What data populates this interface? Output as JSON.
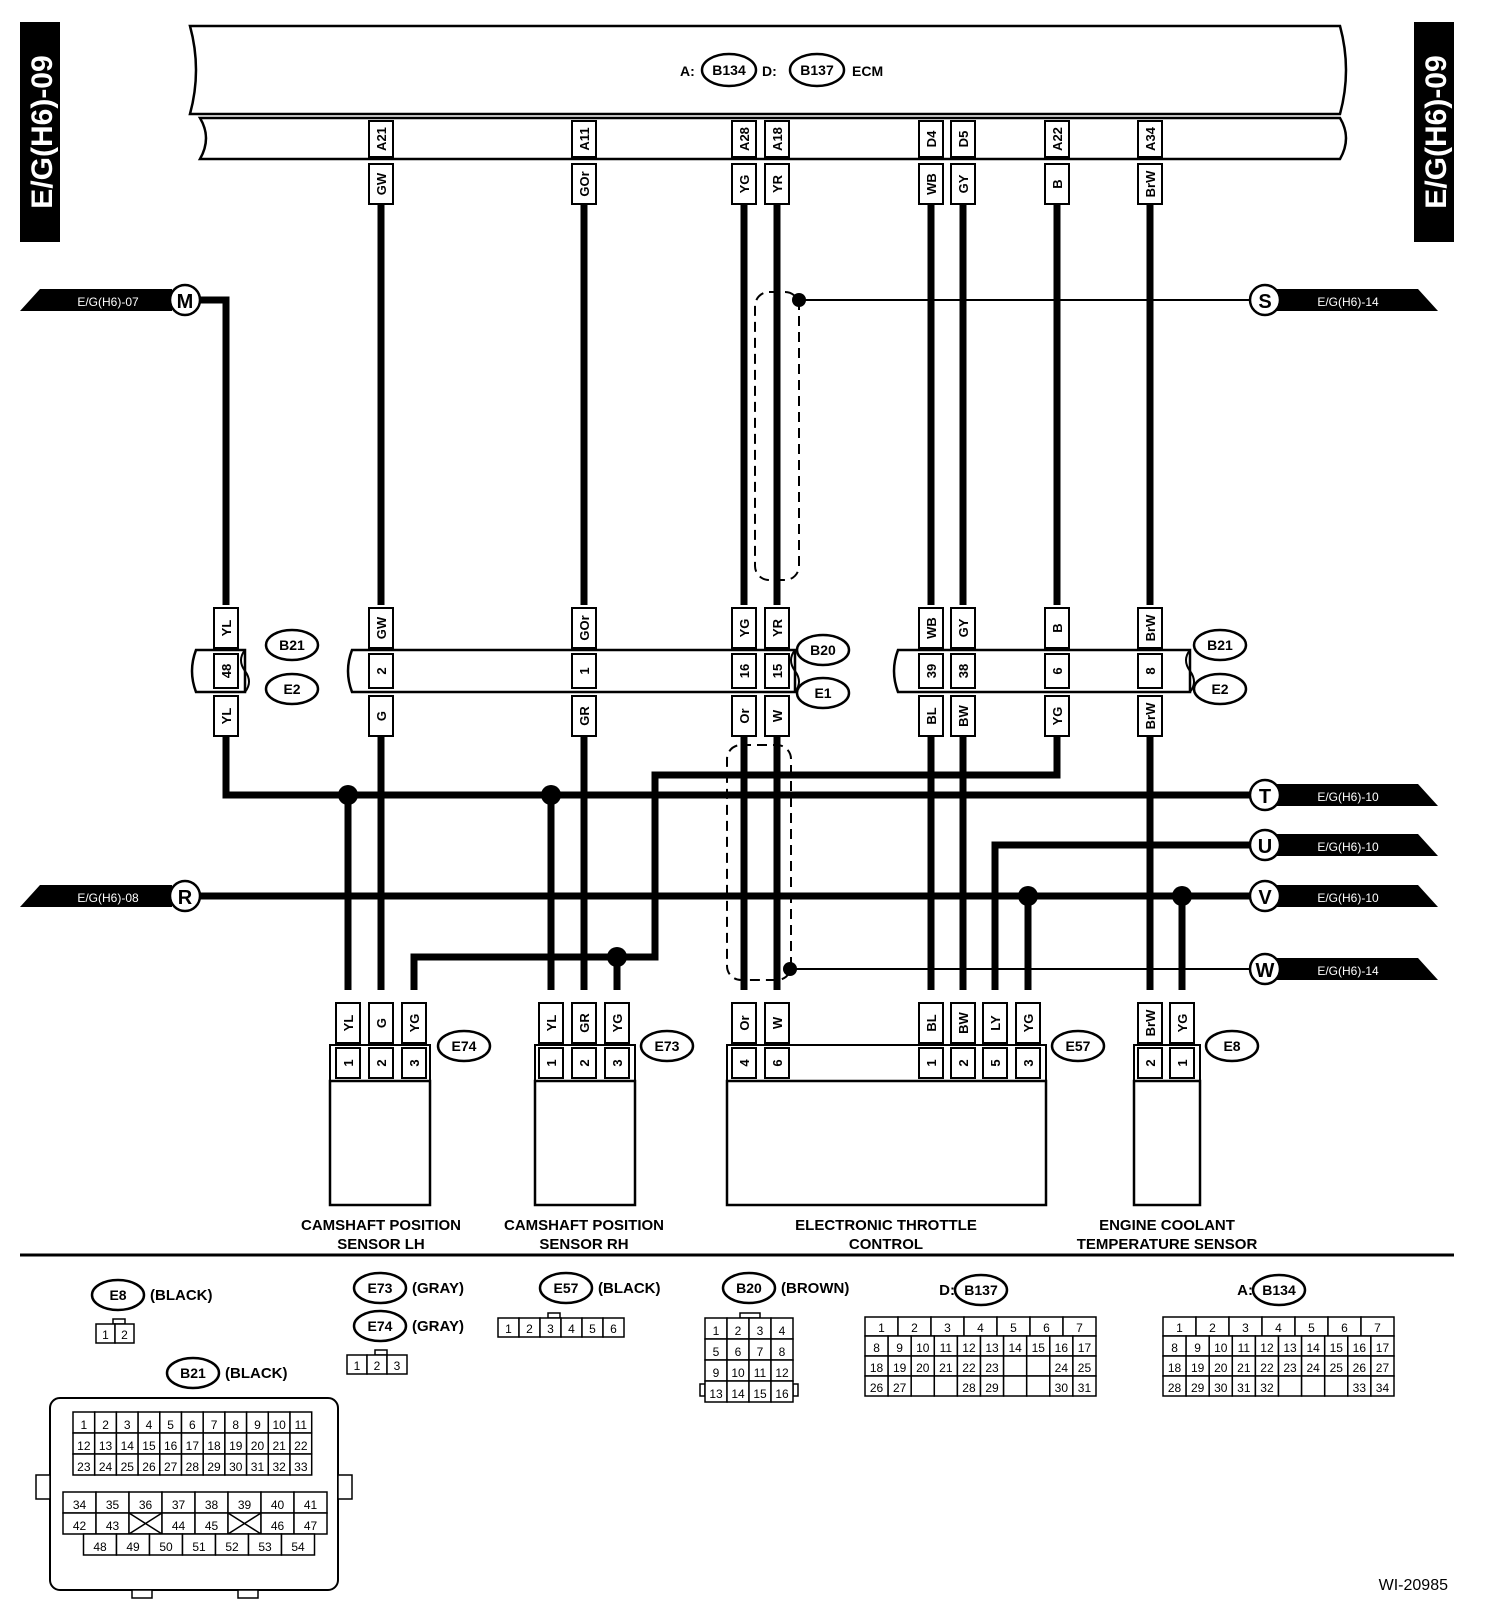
{
  "page_tag": "E/G(H6)-09",
  "ecm": {
    "prefix_a": "A:",
    "conn_a": "B134",
    "prefix_d": "D:",
    "conn_d": "B137",
    "label": "ECM"
  },
  "figure_id": "WI-20985",
  "ecm_terminals": [
    {
      "pin": "A21",
      "wire": "GW"
    },
    {
      "pin": "A11",
      "wire": "GOr"
    },
    {
      "pin": "A28",
      "wire": "YG"
    },
    {
      "pin": "A18",
      "wire": "YR"
    },
    {
      "pin": "D4",
      "wire": "WB"
    },
    {
      "pin": "D5",
      "wire": "GY"
    },
    {
      "pin": "A22",
      "wire": "B"
    },
    {
      "pin": "A34",
      "wire": "BrW"
    }
  ],
  "offpage_left": [
    {
      "letter": "M",
      "ref": "E/G(H6)-07"
    },
    {
      "letter": "R",
      "ref": "E/G(H6)-08"
    }
  ],
  "offpage_right": [
    {
      "letter": "S",
      "ref": "E/G(H6)-14"
    },
    {
      "letter": "T",
      "ref": "E/G(H6)-10"
    },
    {
      "letter": "U",
      "ref": "E/G(H6)-10"
    },
    {
      "letter": "V",
      "ref": "E/G(H6)-10"
    },
    {
      "letter": "W",
      "ref": "E/G(H6)-14"
    }
  ],
  "joint_connectors": {
    "left": {
      "top": "B21",
      "bottom": "E2",
      "pins": [
        {
          "upper": "YL",
          "pin": "48",
          "lower": "YL"
        }
      ]
    },
    "middle": {
      "top": "B20",
      "bottom": "E1",
      "pins": [
        {
          "upper": "GW",
          "pin": "2",
          "lower": "G"
        },
        {
          "upper": "GOr",
          "pin": "1",
          "lower": "GR"
        },
        {
          "upper": "YG",
          "pin": "16",
          "lower": "Or"
        },
        {
          "upper": "YR",
          "pin": "15",
          "lower": "W"
        }
      ]
    },
    "right": {
      "top": "B21",
      "bottom": "E2",
      "pins": [
        {
          "upper": "WB",
          "pin": "39",
          "lower": "BL"
        },
        {
          "upper": "GY",
          "pin": "38",
          "lower": "BW"
        },
        {
          "upper": "B",
          "pin": "6",
          "lower": "YG"
        },
        {
          "upper": "BrW",
          "pin": "8",
          "lower": "BrW"
        }
      ]
    }
  },
  "components": [
    {
      "conn": "E74",
      "line1": "CAMSHAFT POSITION",
      "line2": "SENSOR LH",
      "pins": [
        {
          "wire": "YL",
          "pin": "1"
        },
        {
          "wire": "G",
          "pin": "2"
        },
        {
          "wire": "YG",
          "pin": "3"
        }
      ]
    },
    {
      "conn": "E73",
      "line1": "CAMSHAFT POSITION",
      "line2": "SENSOR RH",
      "pins": [
        {
          "wire": "YL",
          "pin": "1"
        },
        {
          "wire": "GR",
          "pin": "2"
        },
        {
          "wire": "YG",
          "pin": "3"
        }
      ]
    },
    {
      "conn": "E57",
      "line1": "ELECTRONIC THROTTLE",
      "line2": "CONTROL",
      "pins": [
        {
          "wire": "Or",
          "pin": "4"
        },
        {
          "wire": "W",
          "pin": "6"
        },
        {
          "wire": "BL",
          "pin": "1"
        },
        {
          "wire": "BW",
          "pin": "2"
        },
        {
          "wire": "LY",
          "pin": "5"
        },
        {
          "wire": "YG",
          "pin": "3"
        }
      ]
    },
    {
      "conn": "E8",
      "line1": "ENGINE COOLANT",
      "line2": "TEMPERATURE SENSOR",
      "pins": [
        {
          "wire": "BrW",
          "pin": "2"
        },
        {
          "wire": "YG",
          "pin": "1"
        }
      ]
    }
  ],
  "legend": {
    "e8": {
      "conn": "E8",
      "color": "(BLACK)",
      "pins": [
        "1",
        "2"
      ]
    },
    "e73": {
      "conn": "E73",
      "color": "(GRAY)"
    },
    "e74": {
      "conn": "E74",
      "color": "(GRAY)",
      "pins": [
        "1",
        "2",
        "3"
      ]
    },
    "e57": {
      "conn": "E57",
      "color": "(BLACK)",
      "pins": [
        "1",
        "2",
        "3",
        "4",
        "5",
        "6"
      ]
    },
    "b20": {
      "conn": "B20",
      "color": "(BROWN)",
      "rows": [
        [
          "1",
          "2",
          "3",
          "4"
        ],
        [
          "5",
          "6",
          "7",
          "8"
        ],
        [
          "9",
          "10",
          "11",
          "12"
        ],
        [
          "13",
          "14",
          "15",
          "16"
        ]
      ]
    },
    "b137": {
      "prefix": "D:",
      "conn": "B137",
      "row1": [
        "1",
        "2",
        "3",
        "4",
        "5",
        "6",
        "7"
      ],
      "rows": [
        [
          "8",
          "9",
          "10",
          "11",
          "12",
          "13",
          "14",
          "15",
          "16",
          "17"
        ],
        [
          "18",
          "19",
          "20",
          "21",
          "22",
          "23",
          "",
          "",
          "24",
          "25"
        ],
        [
          "26",
          "27",
          "",
          "",
          "28",
          "29",
          "",
          "",
          "30",
          "31"
        ]
      ]
    },
    "b134": {
      "prefix": "A:",
      "conn": "B134",
      "row1": [
        "1",
        "2",
        "3",
        "4",
        "5",
        "6",
        "7"
      ],
      "rows": [
        [
          "8",
          "9",
          "10",
          "11",
          "12",
          "13",
          "14",
          "15",
          "16",
          "17"
        ],
        [
          "18",
          "19",
          "20",
          "21",
          "22",
          "23",
          "24",
          "25",
          "26",
          "27"
        ],
        [
          "28",
          "29",
          "30",
          "31",
          "32",
          "",
          "",
          "",
          "33",
          "34"
        ]
      ]
    },
    "b21": {
      "conn": "B21",
      "color": "(BLACK)",
      "top_rows": [
        [
          "1",
          "2",
          "3",
          "4",
          "5",
          "6",
          "7",
          "8",
          "9",
          "10",
          "11"
        ],
        [
          "12",
          "13",
          "14",
          "15",
          "16",
          "17",
          "18",
          "19",
          "20",
          "21",
          "22"
        ],
        [
          "23",
          "24",
          "25",
          "26",
          "27",
          "28",
          "29",
          "30",
          "31",
          "32",
          "33"
        ]
      ],
      "bottom_rows": [
        [
          "34",
          "35",
          "36",
          "37",
          "38",
          "39",
          "40",
          "41"
        ],
        [
          "42",
          "43",
          "",
          "44",
          "45",
          "",
          "46",
          "47"
        ],
        [
          "48",
          "49",
          "50",
          "51",
          "52",
          "53",
          "54"
        ]
      ]
    }
  }
}
